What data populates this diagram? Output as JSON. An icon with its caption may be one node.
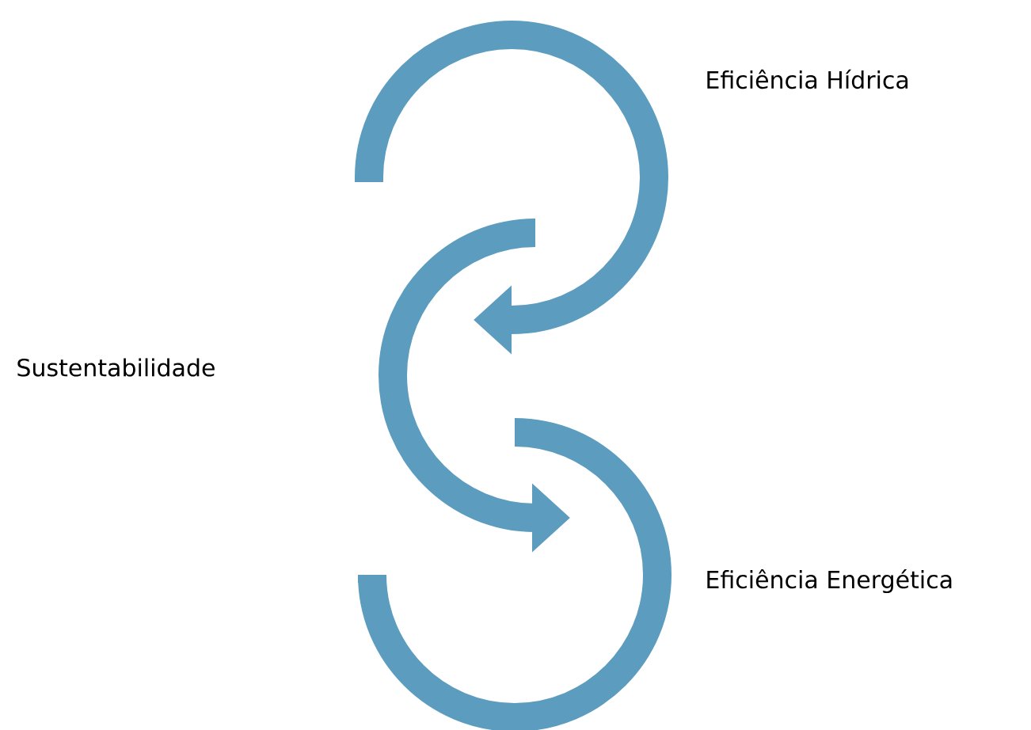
{
  "diagram": {
    "labels": [
      "Eficiência Hídrica",
      "Sustentabilidade",
      "Eficiência Energética"
    ]
  }
}
